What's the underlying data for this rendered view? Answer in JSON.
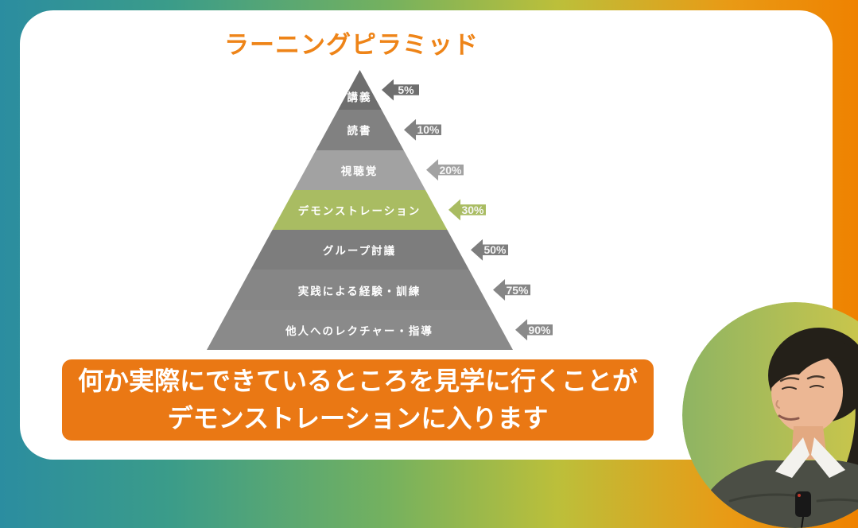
{
  "page": {
    "title": "ラーニングピラミッド"
  },
  "caption": {
    "line1": "何か実際にできているところを見学に行くことが",
    "line2": "デモンストレーションに入ります"
  },
  "chart_data": {
    "type": "pyramid",
    "title": "ラーニングピラミッド",
    "levels": [
      {
        "label": "講義",
        "value_pct": 5,
        "pct_label": "5%",
        "color": "#6e6e6e",
        "highlighted": false
      },
      {
        "label": "読書",
        "value_pct": 10,
        "pct_label": "10%",
        "color": "#818181",
        "highlighted": false
      },
      {
        "label": "視聴覚",
        "value_pct": 20,
        "pct_label": "20%",
        "color": "#a2a2a2",
        "highlighted": false
      },
      {
        "label": "デモンストレーション",
        "value_pct": 30,
        "pct_label": "30%",
        "color": "#a9bc62",
        "highlighted": true
      },
      {
        "label": "グループ討議",
        "value_pct": 50,
        "pct_label": "50%",
        "color": "#7d7d7d",
        "highlighted": false
      },
      {
        "label": "実践による経験・訓練",
        "value_pct": 75,
        "pct_label": "75%",
        "color": "#868686",
        "highlighted": false
      },
      {
        "label": "他人へのレクチャー・指導",
        "value_pct": 90,
        "pct_label": "90%",
        "color": "#8a8a8a",
        "highlighted": false
      }
    ],
    "layout": {
      "orientation": "apex-top",
      "arrow_side": "right",
      "labels_inside": true
    }
  },
  "colors": {
    "frame_gradient_left": "#2b8da0",
    "frame_gradient_right": "#ef8200",
    "card_background": "#ffffff",
    "title_text": "#ee8418",
    "banner_background": "#ea7814",
    "banner_text": "#ffffff",
    "highlight_green": "#a9bc62",
    "pyramid_text": "#ffffff"
  }
}
